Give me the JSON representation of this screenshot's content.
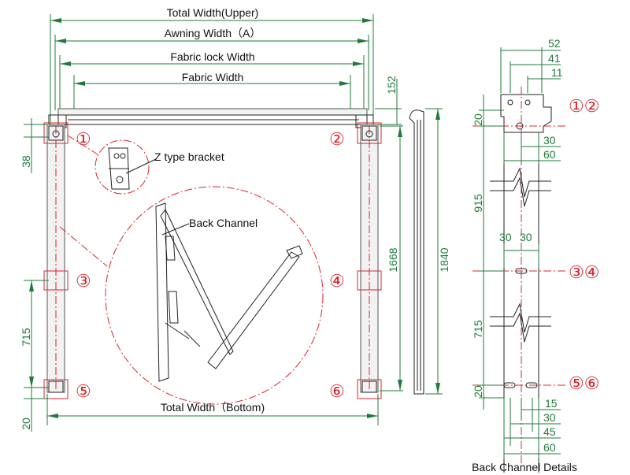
{
  "labels": {
    "total_width_upper": "Total Width(Upper)",
    "awning_width": "Awning Width（A）",
    "fabric_lock_width": "Fabric lock Width",
    "fabric_width": "Fabric Width",
    "total_width_bottom": "Total Width（Bottom)",
    "z_type_bracket": "Z type bracket",
    "back_channel": "Back Channel",
    "back_channel_details": "Back Channel Details"
  },
  "markers": {
    "m1": "①",
    "m2": "②",
    "m3": "③",
    "m4": "④",
    "m5": "⑤",
    "m6": "⑥",
    "m12": "①②",
    "m34": "③④",
    "m56": "⑤⑥"
  },
  "dimensions": {
    "d152": "152",
    "d38": "38",
    "d715_left": "715",
    "d20_left": "20",
    "d1668": "1668",
    "d1840": "1840",
    "d52": "52",
    "d41": "41",
    "d11": "11",
    "d20_detail_top": "20",
    "d30_top": "30",
    "d60_top": "60",
    "d915": "915",
    "d30a": "30",
    "d30b": "30",
    "d715_detail": "715",
    "d20_detail_bottom": "20",
    "d15": "15",
    "d30_bottom": "30",
    "d45": "45",
    "d60_bottom": "60"
  },
  "colors": {
    "dimension": "#1f7a3a",
    "marker": "#d8242a",
    "outline": "#222222"
  }
}
